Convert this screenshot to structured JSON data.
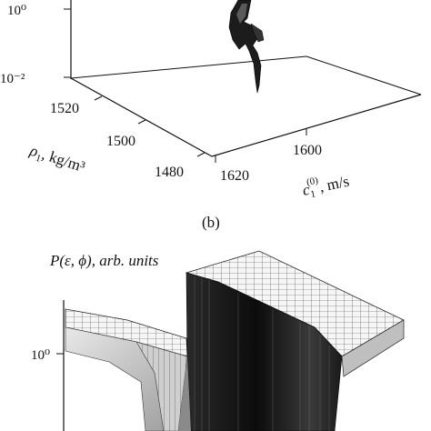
{
  "panel_label": "(b)",
  "chart_data": [
    {
      "type": "surface",
      "z_ticks": [
        "10⁰",
        "10⁻²"
      ],
      "y_axis": {
        "label_var": "ρ",
        "label_sub": "1",
        "label_unit": ", kg/m³",
        "ticks": [
          "1520",
          "1500",
          "1480"
        ]
      },
      "x_axis": {
        "label_var": "c",
        "label_sub": "1",
        "label_sup": "(0)",
        "label_unit": ", m/s",
        "ticks": [
          "1600",
          "1620"
        ]
      }
    },
    {
      "type": "surface",
      "title": "P(ε, ϕ), arb. units",
      "z_ticks": [
        "10⁰"
      ]
    }
  ]
}
